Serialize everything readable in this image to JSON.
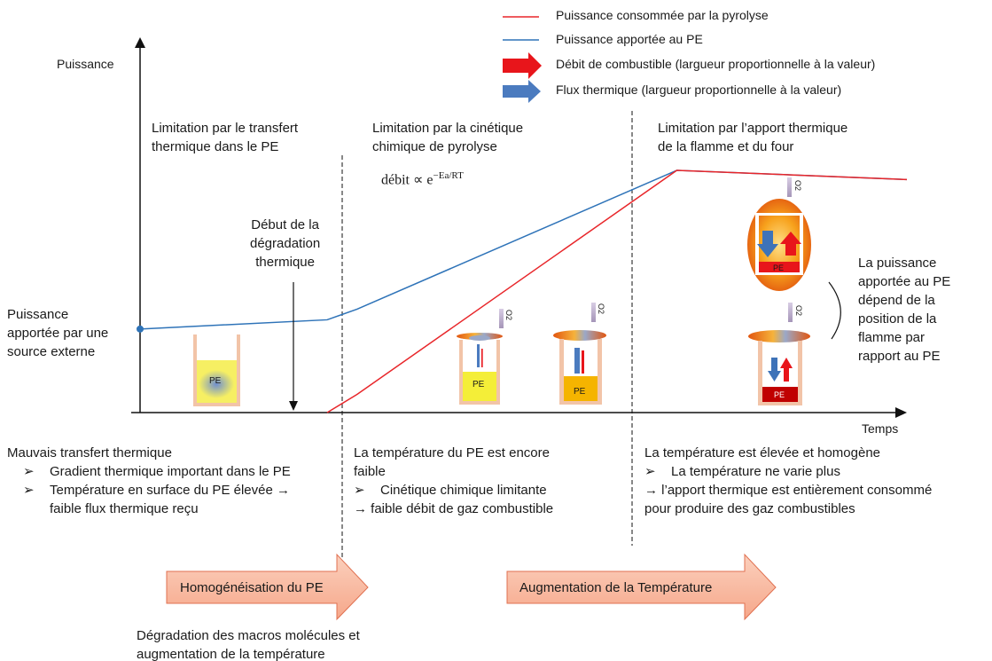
{
  "legend": {
    "consumed": "Puissance consommée par la pyrolyse",
    "supplied": "Puissance apportée au PE",
    "fuel_flow": "Débit de combustible (largueur proportionnelle à la valeur)",
    "heat_flux": "Flux thermique (largueur proportionnelle à la valeur)"
  },
  "axes": {
    "y_label": "Puissance",
    "x_label": "Temps"
  },
  "colors": {
    "consumed": "#e8262a",
    "supplied": "#2e73b8",
    "arrow_panel": "#f9b9a2",
    "pe_yellow": "#f4ee38",
    "pe_orange": "#f5b400",
    "pe_red": "#c00000"
  },
  "phases": [
    {
      "title_1": "Limitation par le transfert",
      "title_2": "thermique dans le PE"
    },
    {
      "title_1": "Limitation par la cinétique",
      "title_2": "chimique de pyrolyse",
      "formula": "débit ∝ e",
      "formula_exp": "−Ea/RT"
    },
    {
      "title_1": "Limitation par l’apport thermique",
      "title_2": "de la flamme et du four"
    }
  ],
  "annotations": {
    "start_1": "Début de la",
    "start_2": "dégradation",
    "start_3": "thermique",
    "external_1": "Puissance",
    "external_2": "apportée par une",
    "external_3": "source externe",
    "position_1": "La puissance",
    "position_2": "apportée au PE",
    "position_3": "dépend de la",
    "position_4": "position de la",
    "position_5": "flamme par",
    "position_6": "rapport au PE"
  },
  "labels": {
    "pe": "PE",
    "o2": "O2"
  },
  "notes": [
    {
      "lead": "Mauvais transfert thermique",
      "b1": "Gradient thermique important dans le PE",
      "b2": "Température en surface du PE élevée →",
      "b2c": "faible flux thermique reçu"
    },
    {
      "lead": "La température du PE est encore",
      "lead_2": "faible",
      "b1": "Cinétique chimique limitante",
      "tail": "→ faible débit de gaz combustible"
    },
    {
      "lead": "La température est élevée et homogène",
      "b1": "La température ne varie plus",
      "tail": "→ l’apport thermique est entièrement consommé",
      "tail_2": "pour produire des gaz combustibles"
    }
  ],
  "process_arrows": [
    {
      "label": "Homogénéisation du PE"
    },
    {
      "label": "Augmentation de la Température"
    }
  ],
  "footer": {
    "line_1": "Dégradation des macros molécules et",
    "line_2": "augmentation de la température"
  },
  "chart_data": {
    "type": "line",
    "xlabel": "Temps",
    "ylabel": "Puissance",
    "series": [
      {
        "name": "Puissance apportée au PE",
        "points": [
          [
            0,
            0.345
          ],
          [
            0.244,
            0.383
          ],
          [
            0.283,
            0.427
          ],
          [
            0.7,
            1.0
          ],
          [
            1.0,
            0.962
          ]
        ]
      },
      {
        "name": "Puissance consommée par la pyrolyse",
        "points": [
          [
            0.244,
            0.0
          ],
          [
            0.283,
            0.075
          ],
          [
            0.7,
            1.0
          ],
          [
            1.0,
            0.962
          ]
        ]
      }
    ]
  }
}
